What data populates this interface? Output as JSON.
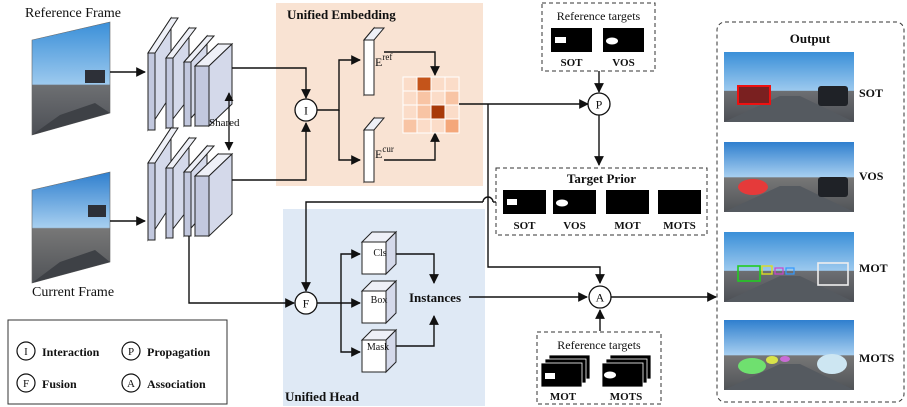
{
  "inputs": {
    "reference_frame": "Reference Frame",
    "current_frame": "Current Frame",
    "shared": "Shared"
  },
  "embedding": {
    "title": "Unified Embedding",
    "e_base": "E",
    "e_ref_sup": "ref",
    "e_cur_sup": "cur",
    "interaction_symbol": "I"
  },
  "head": {
    "title": "Unified Head",
    "fusion_symbol": "F",
    "cls": "Cls",
    "box": "Box",
    "mask": "Mask",
    "instances": "Instances"
  },
  "ref_targets_top": {
    "title": "Reference targets",
    "sot": "SOT",
    "vos": "VOS"
  },
  "propagation_symbol": "P",
  "target_prior": {
    "title": "Target Prior",
    "labels": [
      "SOT",
      "VOS",
      "MOT",
      "MOTS"
    ]
  },
  "association_symbol": "A",
  "ref_targets_bottom": {
    "title": "Reference targets",
    "mot": "MOT",
    "mots": "MOTS"
  },
  "output": {
    "title": "Output",
    "labels": [
      "SOT",
      "VOS",
      "MOT",
      "MOTS"
    ]
  },
  "legend": {
    "items": [
      {
        "symbol": "I",
        "label": "Interaction"
      },
      {
        "symbol": "P",
        "label": "Propagation"
      },
      {
        "symbol": "F",
        "label": "Fusion"
      },
      {
        "symbol": "A",
        "label": "Association"
      }
    ]
  },
  "colors": {
    "embedding_bg": "#f9e3d3",
    "head_bg": "#dfe9f5",
    "block_face": "#d4d9ea",
    "heat_light": "#fbdcc8",
    "heat_mid": "#f4a77a",
    "heat_dark": "#c4541a",
    "heat_darkest": "#a83a0a"
  }
}
